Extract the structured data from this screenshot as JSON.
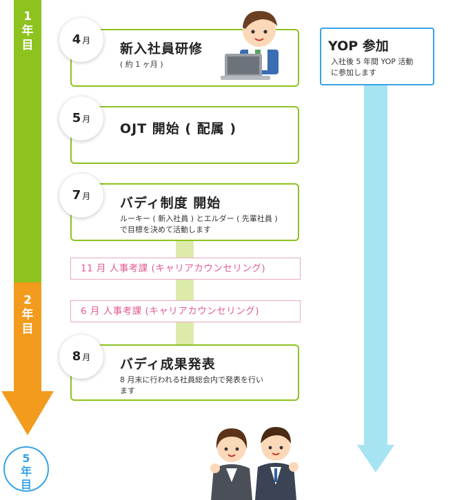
{
  "timeline": {
    "year1": {
      "num": "1",
      "kanji": "年",
      "kanji2": "目"
    },
    "year2": {
      "num": "2",
      "kanji": "年",
      "kanji2": "目"
    },
    "year5": {
      "num": "5",
      "kanji": "年",
      "kanji2": "目"
    }
  },
  "events": [
    {
      "month": "4",
      "unit": "月",
      "title": "新入社員研修",
      "desc": "( 約 1 ヶ月 )"
    },
    {
      "month": "5",
      "unit": "月",
      "title": "OJT 開始 ( 配属 )",
      "desc": ""
    },
    {
      "month": "7",
      "unit": "月",
      "title": "バディ制度 開始",
      "desc_line1": "ルーキー ( 新入社員 ) とエルダー ( 先輩社員 )",
      "desc_line2": "で目標を決めて活動します"
    },
    {
      "month": "8",
      "unit": "月",
      "title": "バディ成果発表",
      "desc_line1": "8 月末に行われる社員総会内で発表を行い",
      "desc_line2": "ます"
    }
  ],
  "reviews": [
    "11 月 人事考課 (キャリアカウンセリング)",
    "6 月 人事考課 (キャリアカウンセリング)"
  ],
  "yop": {
    "title": "YOP 参加",
    "desc_line1": "入社後 5 年間 YOP 活動",
    "desc_line2": "に参加します"
  },
  "colors": {
    "green": "#8dc21f",
    "orange": "#f29b1d",
    "blue": "#36a2e6",
    "pink": "#e25c95",
    "light_blue": "#a6e4f2"
  }
}
